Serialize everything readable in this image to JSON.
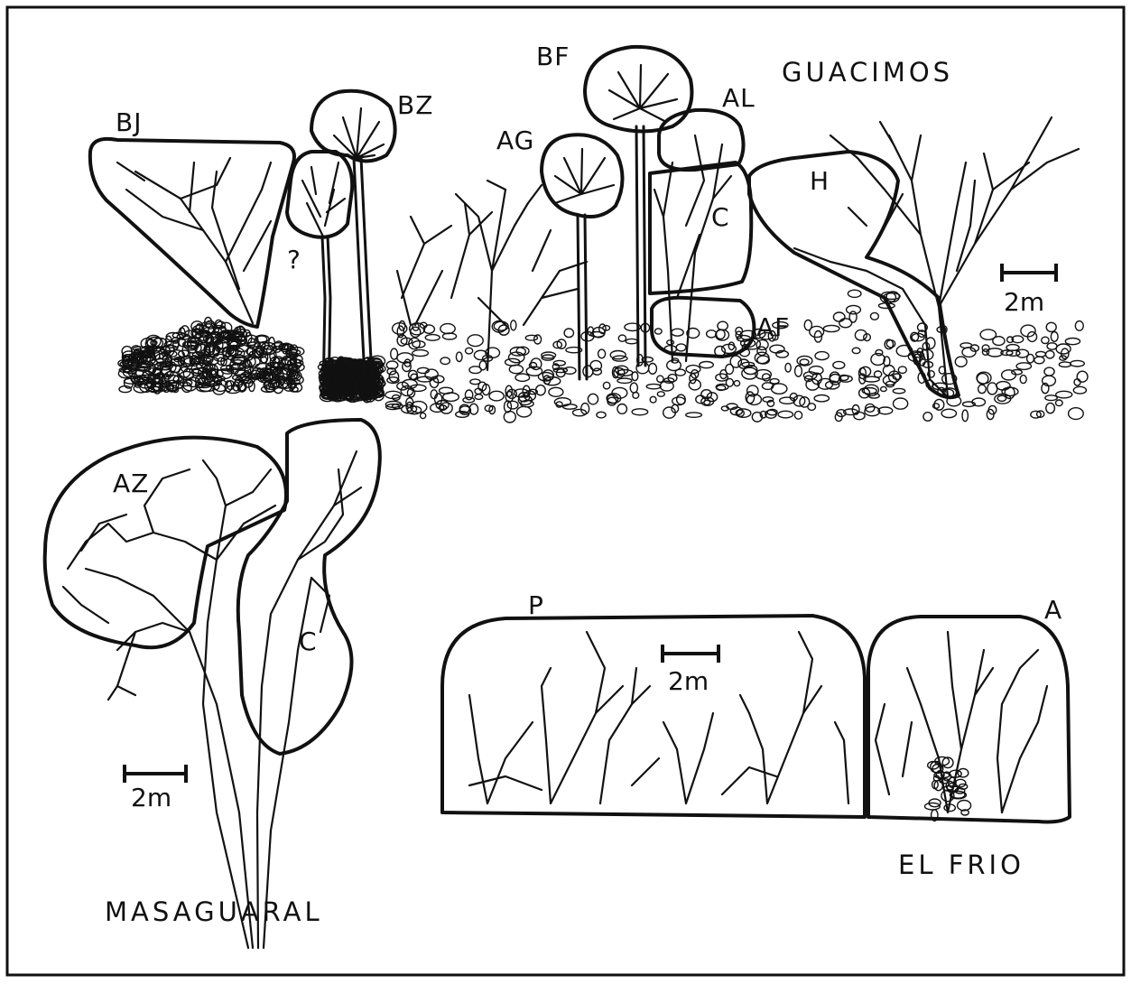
{
  "panels": {
    "guacimos": {
      "site": "GUACIMOS",
      "labels": {
        "bj": "BJ",
        "bz": "BZ",
        "q": "?",
        "bf": "BF",
        "al": "AL",
        "ag": "AG",
        "c": "C",
        "h": "H",
        "af": "AF"
      },
      "scale": "2m"
    },
    "masaguaral": {
      "site": "MASAGUARAL",
      "labels": {
        "az": "AZ",
        "c": "C"
      },
      "scale": "2m"
    },
    "elfrio": {
      "site": "EL FRIO",
      "labels": {
        "p": "P",
        "a": "A"
      },
      "scale": "2m"
    }
  },
  "colors": {
    "ink": "#111111",
    "paper": "#ffffff"
  }
}
